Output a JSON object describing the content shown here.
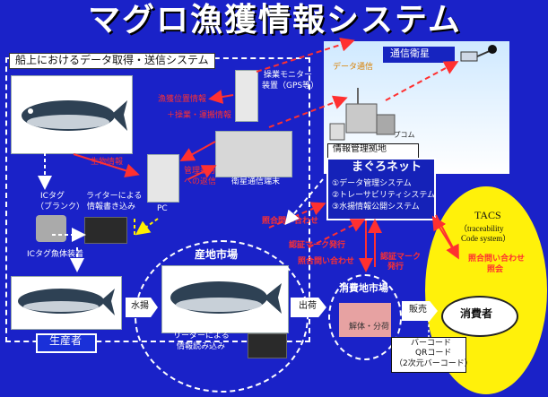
{
  "title": "マグロ漁獲情報システム",
  "onboard": {
    "label": "船上におけるデータ取得・送信システム",
    "monitor": [
      "操業モニター",
      "装置（GPS等）"
    ],
    "red_position": "漁獲位置情報",
    "red_ops": "＋操業・運搬情報",
    "red_bio": "生物情報",
    "red_mgmt": [
      "管理番号",
      "への返信"
    ],
    "satellite_terminal": "衛星通信端末",
    "pc": "PC",
    "ic_tag": [
      "ICタグ",
      "（ブランク）"
    ],
    "writer": [
      "ライターによる",
      "情報書き込み"
    ],
    "ic_attach": "ICタグ魚体装着",
    "producer": "生産者"
  },
  "comms": {
    "satellite": "通信衛星",
    "data_comm": "データ通信",
    "info_center": "情報管理拠地",
    "bp_label": "ープコム"
  },
  "maguronet": {
    "title": "まぐろネット",
    "items": [
      "①データ管理システム",
      "②トレーサビリティシステム",
      "③水揚情報公開システム"
    ]
  },
  "arrows": {
    "inquiry_1": "照合問い合わせ",
    "cert_issue_1": "認証マーク発行",
    "inquiry_2": "照合問い合わせ",
    "cert_issue_2": [
      "認証マーク",
      "発行"
    ],
    "tacs_inquiry": [
      "照合問い合わせ",
      "照会"
    ]
  },
  "market": {
    "origin": "産地市場",
    "reader": [
      "リーダーによる",
      "情報読み込み"
    ],
    "landing": "水揚",
    "shipping": "出荷",
    "consumer_market": "消費地市場",
    "thaw": "解体・分荷",
    "sale": "販売",
    "consumer": "消費者",
    "barcode": [
      "バーコード",
      "QRコード",
      "（2次元バーコード）"
    ]
  },
  "tacs": {
    "title": "TACS",
    "sub": [
      "（traceability",
      "Code system）"
    ]
  }
}
